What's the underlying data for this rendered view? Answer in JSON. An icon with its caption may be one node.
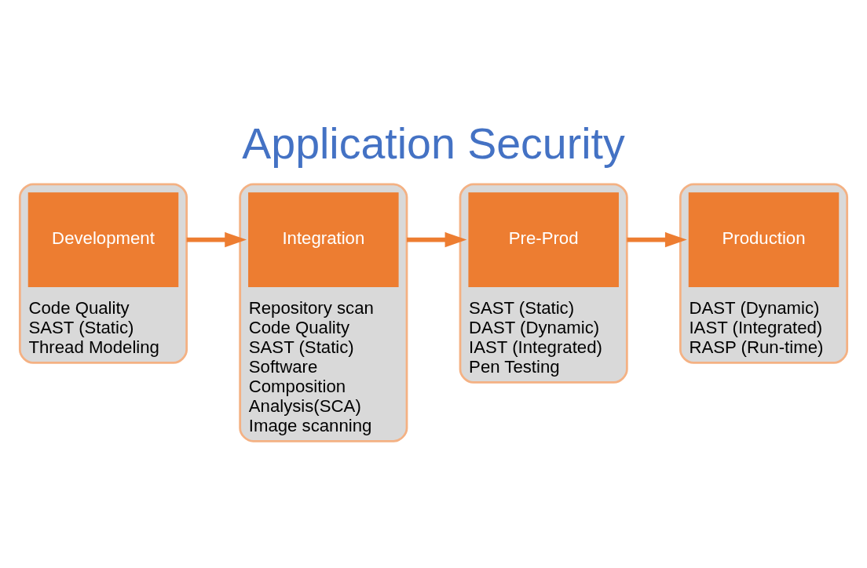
{
  "diagram": {
    "title": "Application Security",
    "nodes": [
      {
        "text": [
          "Code Quality",
          "SAST (Static)",
          "Thread Modeling"
        ]
      },
      {
        "text": [
          "Development"
        ],
        "in": 0
      },
      {
        "text": [
          "Repository scan",
          "Code Quality",
          "SAST (Static)",
          "Software Composition Analysis(SCA)",
          "Image scanning"
        ]
      },
      {
        "text": [
          "Integration"
        ],
        "in": 2
      },
      {
        "text": [
          "SAST (Static)",
          "DAST (Dynamic)",
          "IAST (Integrated)",
          "Pen Testing"
        ]
      },
      {
        "text": [
          "Pre-Prod"
        ],
        "in": 4
      },
      {
        "text": [
          "DAST (Dynamic)",
          "IAST (Integrated)",
          "RASP (Run-time)"
        ]
      },
      {
        "text": [
          "Production"
        ],
        "in": 6
      }
    ],
    "edges": [
      {
        "from": 0,
        "to": 2,
        "arrow": "to",
        "color": "#ed7d31"
      },
      {
        "from": 2,
        "to": 4,
        "arrow": "to",
        "color": "#ed7d31"
      },
      {
        "from": 4,
        "to": 6,
        "arrow": "to",
        "color": "#ed7d31"
      }
    ]
  }
}
